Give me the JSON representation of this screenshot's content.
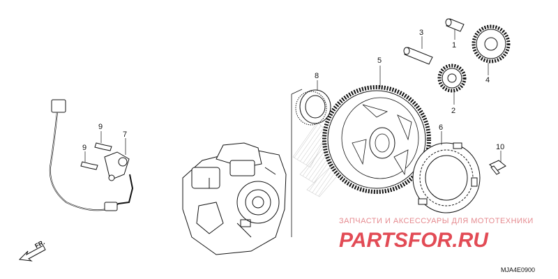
{
  "callouts": {
    "p1": "1",
    "p2": "2",
    "p3": "3",
    "p4": "4",
    "p5": "5",
    "p6": "6",
    "p7": "7",
    "p8": "8",
    "p9a": "9",
    "p9b": "9",
    "p10": "10"
  },
  "direction_label": "FR.",
  "diagram_code": "MJA4E0900",
  "watermark": {
    "line1": "ЗАПЧАСТИ И АКСЕССУАРЫ ДЛЯ МОТОТЕХНИКИ",
    "line2": "PARTSFOR.RU"
  },
  "colors": {
    "line": "#111111",
    "watermark_red": "#e24b55",
    "watermark_light": "#e58a8f",
    "hatch": "#bdbdbd"
  }
}
